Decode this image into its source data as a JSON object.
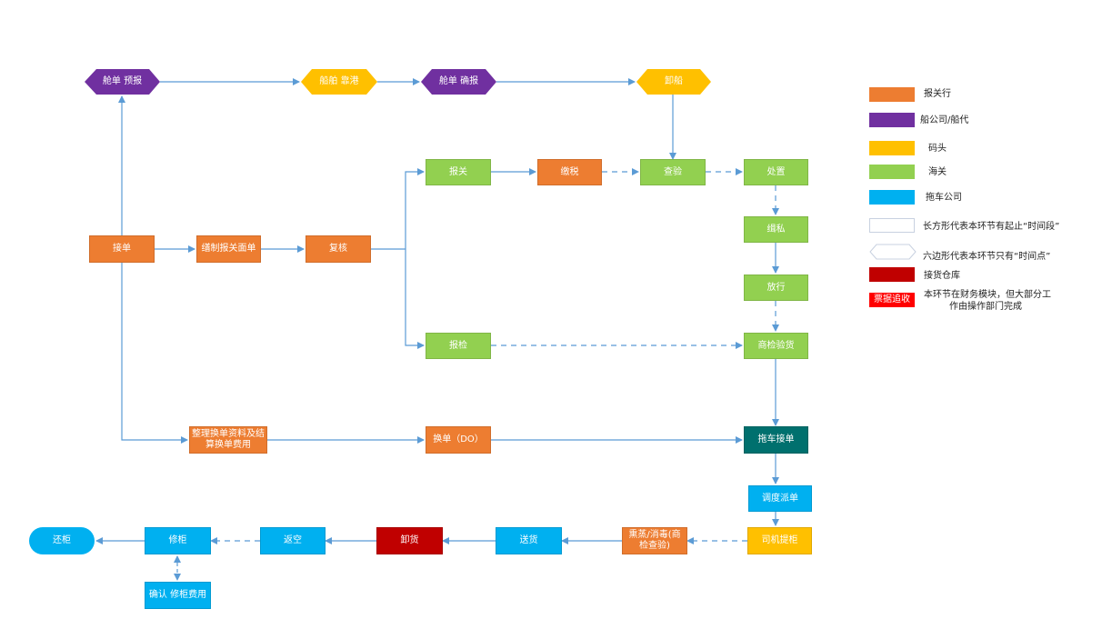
{
  "nodes": {
    "n_cdyb": "舱单 预报",
    "n_cbkg": "船舶 靠港",
    "n_cdqb": "舱单 确报",
    "n_xc": "卸船",
    "n_jd": "接单",
    "n_bzbgmd": "缮制报关面单",
    "n_fh": "复核",
    "n_bg": "报关",
    "n_js": "缴税",
    "n_cy": "查验",
    "n_cz": "处置",
    "n_js2": "缉私",
    "n_fx": "放行",
    "n_bj": "报检",
    "n_sjyh": "商检验货",
    "n_zlhd": "整理换单资料及结算换单费用",
    "n_hd": "换单（DO）",
    "n_tcjd": "拖车接单",
    "n_ddpd": "调度派单",
    "n_sjtg": "司机提柜",
    "n_xz": "熏蒸/消毒(商检查验)",
    "n_sh": "送货",
    "n_xh": "卸货",
    "n_fk": "返空",
    "n_xg": "修柜",
    "n_hg": "还柜",
    "n_qrxgfy": "确认 修柜费用"
  },
  "legend": {
    "orange": "报关行",
    "purple": "船公司/船代",
    "yellow": "码头",
    "green": "海关",
    "blue": "拖车公司",
    "rect_note": "长方形代表本环节有起止“时间段”",
    "hex_note": "六边形代表本环节只有“时间点”",
    "red": "接货仓库",
    "badge": "票据追收",
    "badge_note_1": "本环节在财务模块，但大部分工",
    "badge_note_2": "作由操作部门完成"
  },
  "colors": {
    "orange": "#ED7D31",
    "purple": "#7030A0",
    "yellow": "#FFC000",
    "green": "#92D050",
    "blue": "#00B0F0",
    "teal": "#00706E",
    "red": "#C00000",
    "line": "#5B9BD5"
  }
}
